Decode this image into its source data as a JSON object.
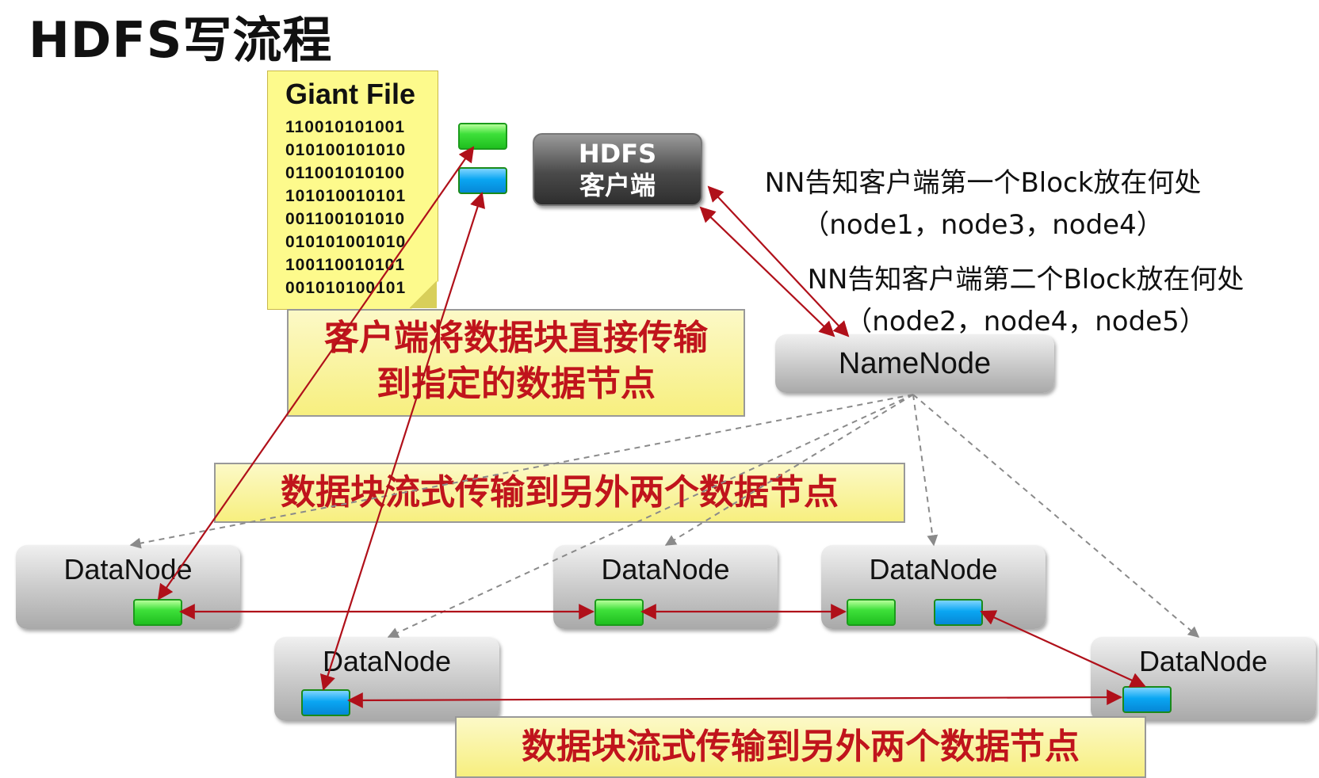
{
  "title": "HDFS写流程",
  "file": {
    "title": "Giant File",
    "lines": [
      "110010101001",
      "010100101010",
      "011001010100",
      "101010010101",
      "001100101010",
      "010101001010",
      "100110010101",
      "001010100101"
    ]
  },
  "client": {
    "line1": "HDFS",
    "line2": "客户端"
  },
  "namenode": {
    "label": "NameNode"
  },
  "datanode_label": "DataNode",
  "notes": {
    "first_line1": "NN告知客户端第一个Block放在何处",
    "first_line2": "（node1，node3，node4）",
    "second_line1": "NN告知客户端第二个Block放在何处",
    "second_line2": "（node2，node4，node5）"
  },
  "banners": {
    "direct_line1": "客户端将数据块直接传输",
    "direct_line2": "到指定的数据节点",
    "stream1": "数据块流式传输到另外两个数据节点",
    "stream2": "数据块流式传输到另外两个数据节点"
  },
  "colors": {
    "arrow": "#b0101a",
    "block_green": "#2fd42f",
    "block_blue": "#0aa6f2",
    "banner_text": "#c0141c",
    "dashed": "#8a8a8a"
  }
}
